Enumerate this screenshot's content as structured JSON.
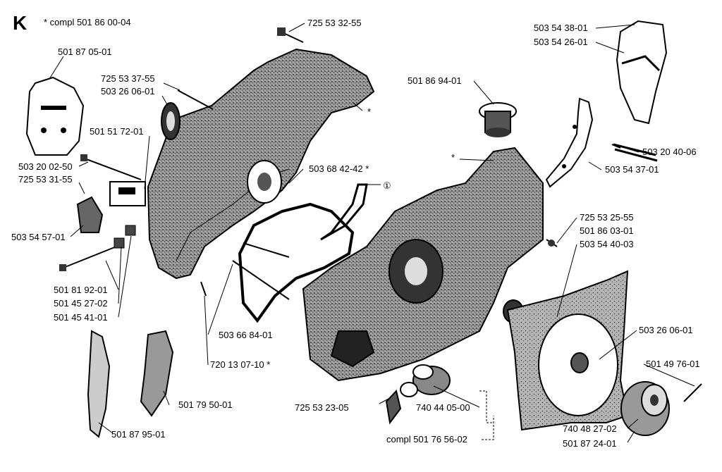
{
  "diagram": {
    "section_letter": "K",
    "section_note": "* compl 501 86 00-04",
    "circled_note": "①",
    "labels": {
      "p725533255": "725 53 32-55",
      "p501870501": "501 87 05-01",
      "p725533755": "725 53 37-55",
      "p503260601a": "503 26 06-01",
      "p501517201": "501 51 72-01",
      "p503200250": "503 20 02-50",
      "p725533155": "725 53 31-55",
      "p503545701": "503 54 57-01",
      "p501819201": "501 81 92-01",
      "p501452702": "501 45 27-02",
      "p501454101": "501 45 41-01",
      "p503684242": "503 68 42-42 *",
      "p503668401": "503 66 84-01",
      "p720130710": "720 13 07-10 *",
      "p501869401": "501 86 94-01",
      "star_a": "*",
      "star_b": "*",
      "p503543801": "503 54 38-01",
      "p503542601": "503 54 26-01",
      "p503204006": "503 20 40-06",
      "p503543701": "503 54 37-01",
      "p725532555": "725 53 25-55",
      "p501860301": "501 86 03-01",
      "p503544003": "503 54 40-03",
      "p503260601b": "503 26 06-01",
      "p501497601": "501 49 76-01",
      "p725532305": "725 53 23-05",
      "p740440500": "740 44 05-00",
      "p501795001": "501 79 50-01",
      "p501879501": "501 87 95-01",
      "p740482702": "740 48 27-02",
      "p501872401": "501 87 24-01",
      "compl501765602": "compl 501 76 56-02"
    }
  }
}
